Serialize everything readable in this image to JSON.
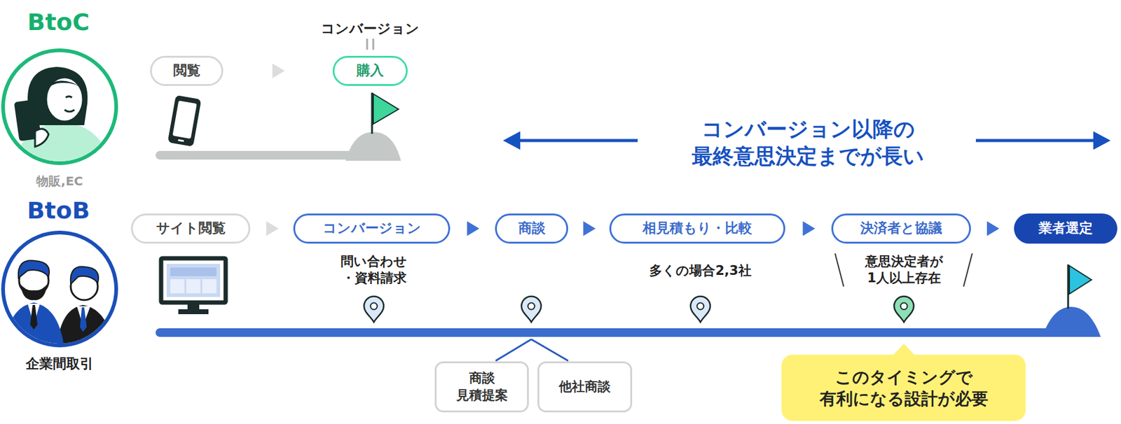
{
  "diagram": {
    "nodes": [
      {
        "text": [
          "閲覧"
        ]
      },
      {
        "text": [
          "購入"
        ]
      },
      {
        "text": [
          "サイト閲覧"
        ]
      },
      {
        "text": [
          "コンバージョン"
        ]
      },
      {
        "text": [
          "商談"
        ]
      },
      {
        "text": [
          "相見積もり・比較"
        ]
      },
      {
        "text": [
          "決済者と協議"
        ]
      },
      {
        "text": [
          "業者選定"
        ]
      },
      {
        "text": [
          "商談 見積提案"
        ]
      },
      {
        "text": [
          "他社商談"
        ]
      },
      {
        "text": [
          "このタイミングで 有利になる設計が必要"
        ]
      }
    ],
    "edges": [
      {
        "from": 0,
        "to": 1,
        "arrow": "to"
      },
      {
        "from": 2,
        "to": 3,
        "arrow": "to"
      },
      {
        "from": 3,
        "to": 4,
        "arrow": "to"
      },
      {
        "from": 4,
        "to": 5,
        "arrow": "to"
      },
      {
        "from": 5,
        "to": 6,
        "arrow": "to"
      },
      {
        "from": 6,
        "to": 7,
        "arrow": "to"
      }
    ],
    "labels": [
      "BtoC",
      "コンバージョン",
      "物販,EC",
      "コンバージョン以降の 最終意思決定までが長い",
      "BtoB",
      "企業間取引",
      "問い合わせ ・資料請求",
      "多くの場合2,3社",
      "意思決定者が 1人以上存在"
    ]
  }
}
